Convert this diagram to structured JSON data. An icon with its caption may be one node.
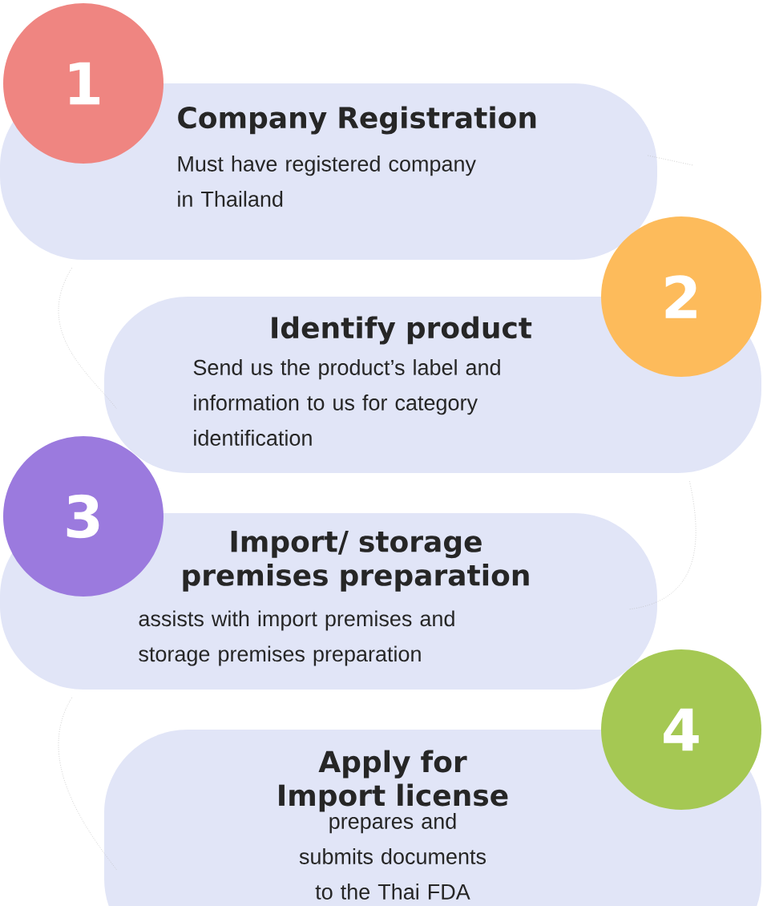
{
  "diagram": {
    "nodes": [
      {
        "text": [
          "1"
        ]
      },
      {
        "text": [
          "Company Registration",
          "Must have registered company in Thailand"
        ]
      },
      {
        "text": [
          "Identify product",
          "Send us the product’s label and information to us for category identification"
        ]
      },
      {
        "text": [
          "2"
        ]
      },
      {
        "text": [
          "3"
        ]
      },
      {
        "text": [
          "Import/ storage premises preparation",
          "assists with import premises and storage premises preparation"
        ]
      },
      {
        "text": [
          "Apply for Import license",
          "prepares and submits documents to the Thai FDA"
        ]
      },
      {
        "text": [
          "4"
        ]
      }
    ],
    "edges": [
      {
        "from": 1,
        "to": 2,
        "arrow": "none",
        "style": "dashed"
      },
      {
        "from": 1,
        "to": null,
        "arrow": "none",
        "style": "dashed"
      },
      {
        "from": 2,
        "to": 5,
        "arrow": "none",
        "style": "dashed"
      },
      {
        "from": 5,
        "to": 6,
        "arrow": "none",
        "style": "dashed"
      }
    ]
  }
}
